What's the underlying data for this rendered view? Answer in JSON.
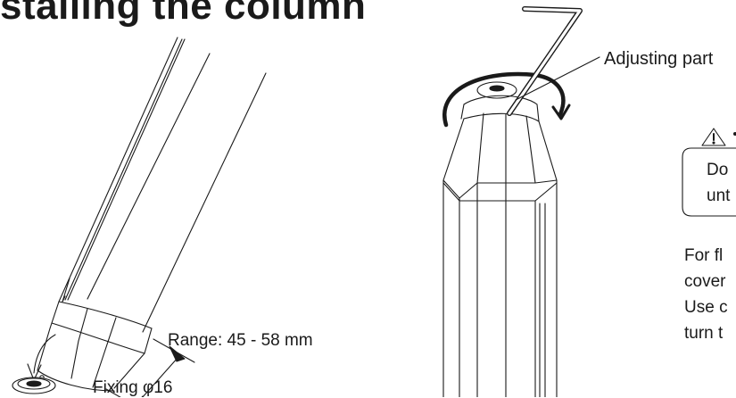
{
  "heading": "stalling the column",
  "labels": {
    "range": "Range: 45 - 58 mm",
    "fixing": "Fixing φ16",
    "adjusting_part": "Adjusting part"
  },
  "caution_box": {
    "icon": "warning-triangle-icon",
    "lines": [
      "Do",
      "unt"
    ]
  },
  "body_text": {
    "lines": [
      "For fl",
      "cover",
      "Use c",
      "turn t"
    ]
  },
  "colors": {
    "ink": "#1a1a1a",
    "background": "#ffffff"
  }
}
